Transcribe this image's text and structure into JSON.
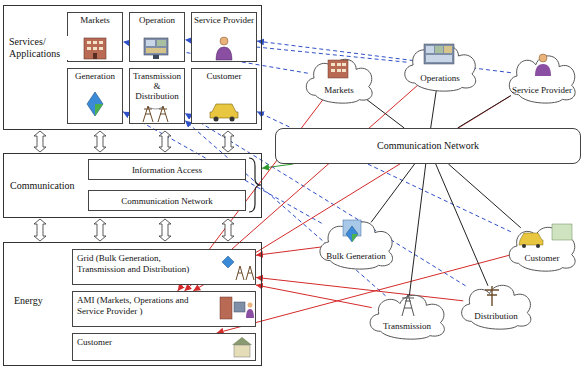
{
  "diagram": {
    "nodes": [
      {
        "text": [
          "Services/ Applications"
        ]
      },
      {
        "text": [
          "Markets"
        ],
        "in": 0
      },
      {
        "text": [
          "Operation"
        ],
        "in": 0
      },
      {
        "text": [
          "Service Provider"
        ],
        "in": 0
      },
      {
        "text": [
          "Generation"
        ],
        "in": 0
      },
      {
        "text": [
          "Transmission & Distribution"
        ],
        "in": 0
      },
      {
        "text": [
          "Customer"
        ],
        "in": 0
      },
      {
        "text": [
          "Communication"
        ]
      },
      {
        "text": [
          "Information Access"
        ],
        "in": 7
      },
      {
        "text": [
          "Communication Network"
        ],
        "in": 7
      },
      {
        "text": [
          "Energy"
        ]
      },
      {
        "text": [
          "Grid (Bulk Generation, Transmission and Distribution)"
        ],
        "in": 10
      },
      {
        "text": [
          "AMI (Markets, Operations and Service Provider )"
        ],
        "in": 10
      },
      {
        "text": [
          "Customer"
        ],
        "in": 10
      },
      {
        "text": [
          "Markets"
        ]
      },
      {
        "text": [
          "Operations"
        ]
      },
      {
        "text": [
          "Service Provider"
        ]
      },
      {
        "text": [
          "Communication Network"
        ]
      },
      {
        "text": [
          "Bulk Generation"
        ]
      },
      {
        "text": [
          "Customer"
        ]
      },
      {
        "text": [
          "Transmission"
        ]
      },
      {
        "text": [
          "Distribution"
        ]
      }
    ],
    "edges": [
      {
        "from": 14,
        "to": 1,
        "arrow": "to"
      },
      {
        "from": 15,
        "to": 2,
        "arrow": "to"
      },
      {
        "from": 16,
        "to": 3,
        "arrow": "to"
      },
      {
        "from": 18,
        "to": 4,
        "arrow": "to"
      },
      {
        "from": 20,
        "to": 5,
        "arrow": "to"
      },
      {
        "from": 21,
        "to": 5,
        "arrow": "to"
      },
      {
        "from": 19,
        "to": 6,
        "arrow": "to"
      },
      {
        "from": 17,
        "to": 7,
        "arrow": "to"
      },
      {
        "from": 14,
        "to": 12,
        "arrow": "to"
      },
      {
        "from": 15,
        "to": 12,
        "arrow": "to"
      },
      {
        "from": 16,
        "to": 12,
        "arrow": "to"
      },
      {
        "from": 18,
        "to": 11,
        "arrow": "to"
      },
      {
        "from": 20,
        "to": 11,
        "arrow": "to"
      },
      {
        "from": 21,
        "to": 11,
        "arrow": "to"
      },
      {
        "from": 19,
        "to": 13,
        "arrow": "to"
      },
      {
        "from": 17,
        "to": 14,
        "arrow": "none"
      },
      {
        "from": 17,
        "to": 15,
        "arrow": "none"
      },
      {
        "from": 17,
        "to": 16,
        "arrow": "none"
      },
      {
        "from": 17,
        "to": 18,
        "arrow": "none"
      },
      {
        "from": 17,
        "to": 19,
        "arrow": "none"
      },
      {
        "from": 17,
        "to": 20,
        "arrow": "none"
      },
      {
        "from": 17,
        "to": 21,
        "arrow": "none"
      }
    ]
  }
}
